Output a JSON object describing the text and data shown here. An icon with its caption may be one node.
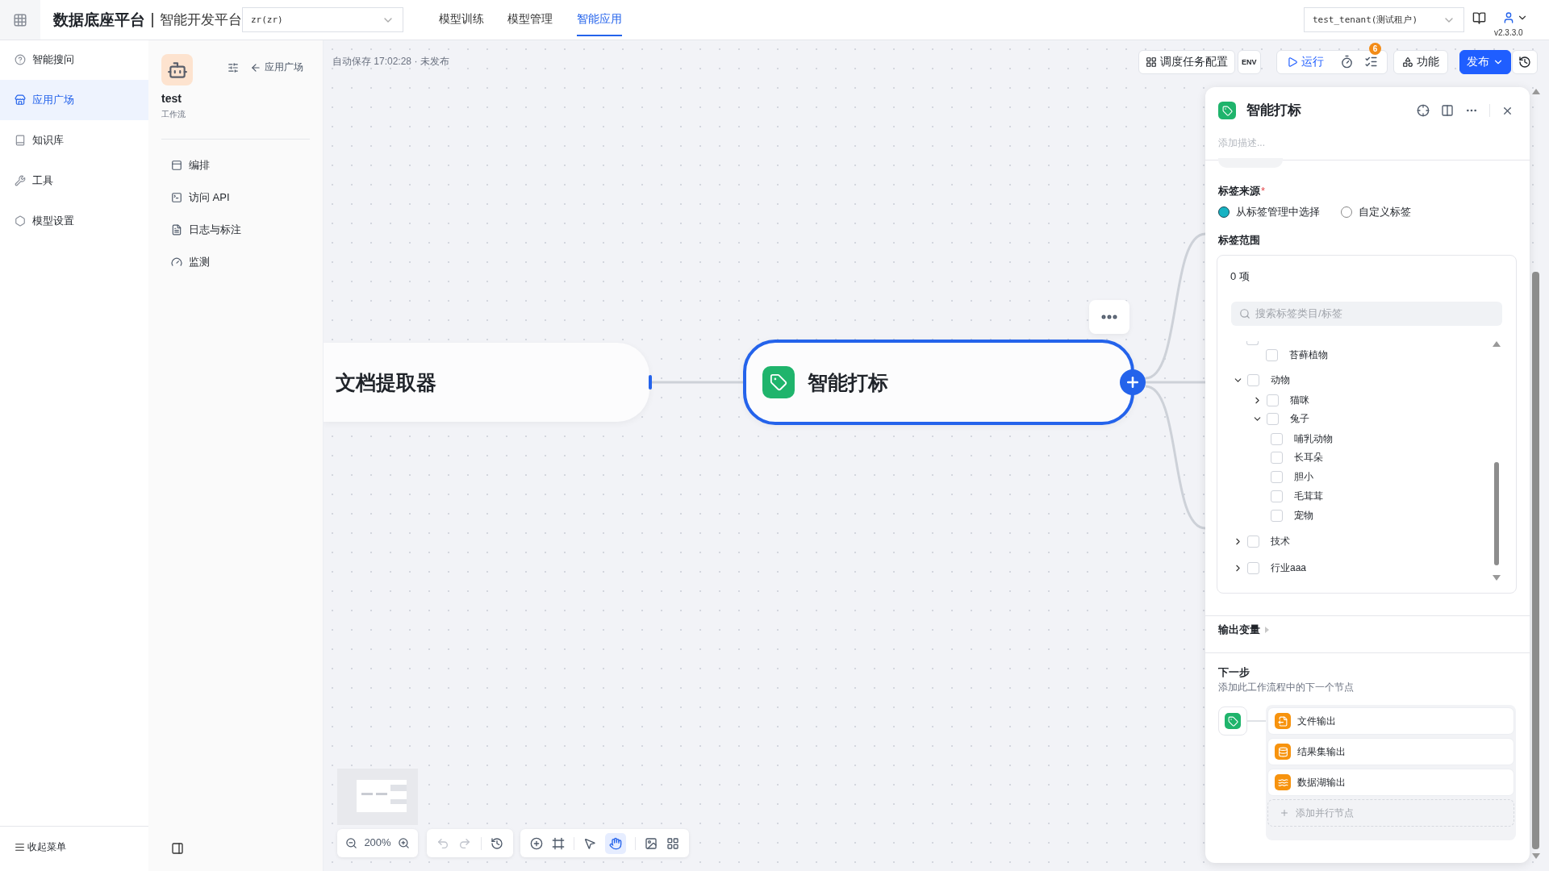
{
  "diagram": {
    "nodes": [
      {
        "text": [
          "文档提取器"
        ]
      },
      {
        "text": [
          "智能打标"
        ]
      },
      {
        "text": [],
        "shape": "box"
      },
      {
        "text": [],
        "shape": "box"
      },
      {
        "text": [
          "文件输出"
        ],
        "in": 3
      },
      {
        "text": [
          "结果集输出"
        ],
        "in": 3
      },
      {
        "text": [
          "数据湖输出"
        ],
        "in": 3
      },
      {
        "text": [
          "添加并行节点"
        ],
        "in": 3
      }
    ],
    "edges": [
      {
        "from": 0,
        "to": 1,
        "arrow": "none"
      },
      {
        "from": 1,
        "to": null,
        "arrow": "none"
      },
      {
        "from": 1,
        "to": null,
        "arrow": "none"
      },
      {
        "from": 1,
        "to": null,
        "arrow": "none"
      },
      {
        "from": 2,
        "to": 3,
        "arrow": "none"
      }
    ],
    "labels": [
      "数据底座平台",
      "智能开发平台",
      "zr(zr)",
      "模型训练",
      "模型管理",
      "智能应用",
      "test_tenant(测试租户)",
      "v2.3.3.0",
      "智能搜问",
      "应用广场",
      "知识库",
      "工具",
      "模型设置",
      "收起菜单",
      "test",
      "工作流",
      "应用广场",
      "编排",
      "访问 API",
      "日志与标注",
      "监测",
      "自动保存 17:02:28 · 未发布",
      "调度任务配置",
      "ENV",
      "运行",
      "6",
      "功能",
      "发布",
      "智能打标",
      "添加描述...",
      "标签来源",
      "*",
      "从标签管理中选择",
      "自定义标签",
      "标签范围",
      "0 项",
      "搜索标签类目/标签",
      "苔藓植物",
      "动物",
      "猫咪",
      "兔子",
      "哺乳动物",
      "长耳朵",
      "胆小",
      "毛茸茸",
      "宠物",
      "技术",
      "行业aaa",
      "输出变量",
      "下一步",
      "添加此工作流程中的下一个节点",
      "200%"
    ]
  }
}
